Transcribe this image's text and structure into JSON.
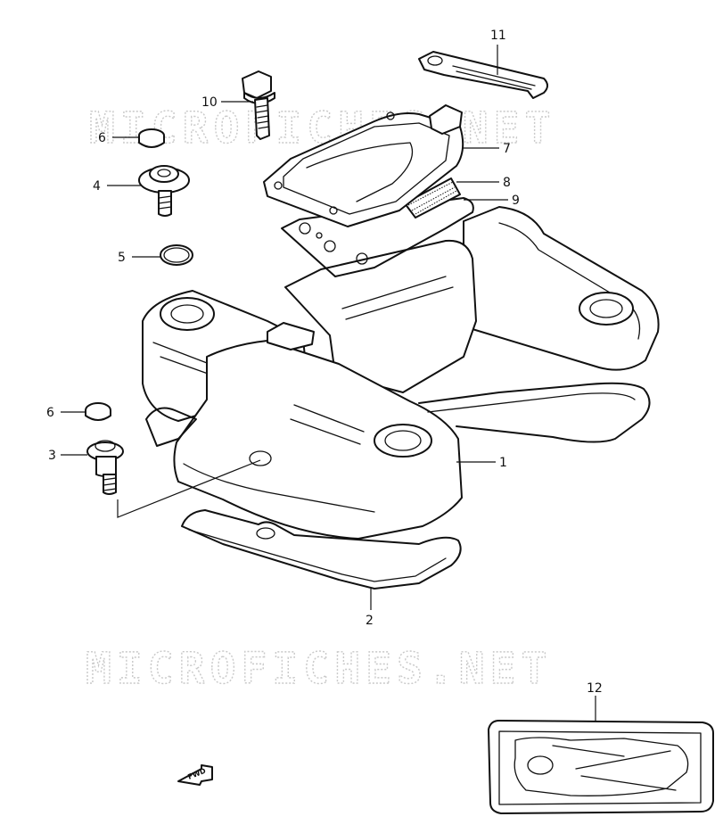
{
  "watermark": "MICROFICHES.NET",
  "callouts": [
    "1",
    "2",
    "3",
    "4",
    "5",
    "6",
    "6",
    "7",
    "8",
    "9",
    "10",
    "11",
    "12"
  ],
  "fwd": "FWD",
  "colors": {
    "line": "#111111",
    "watermark": "#c9c9c9",
    "background": "#ffffff"
  }
}
